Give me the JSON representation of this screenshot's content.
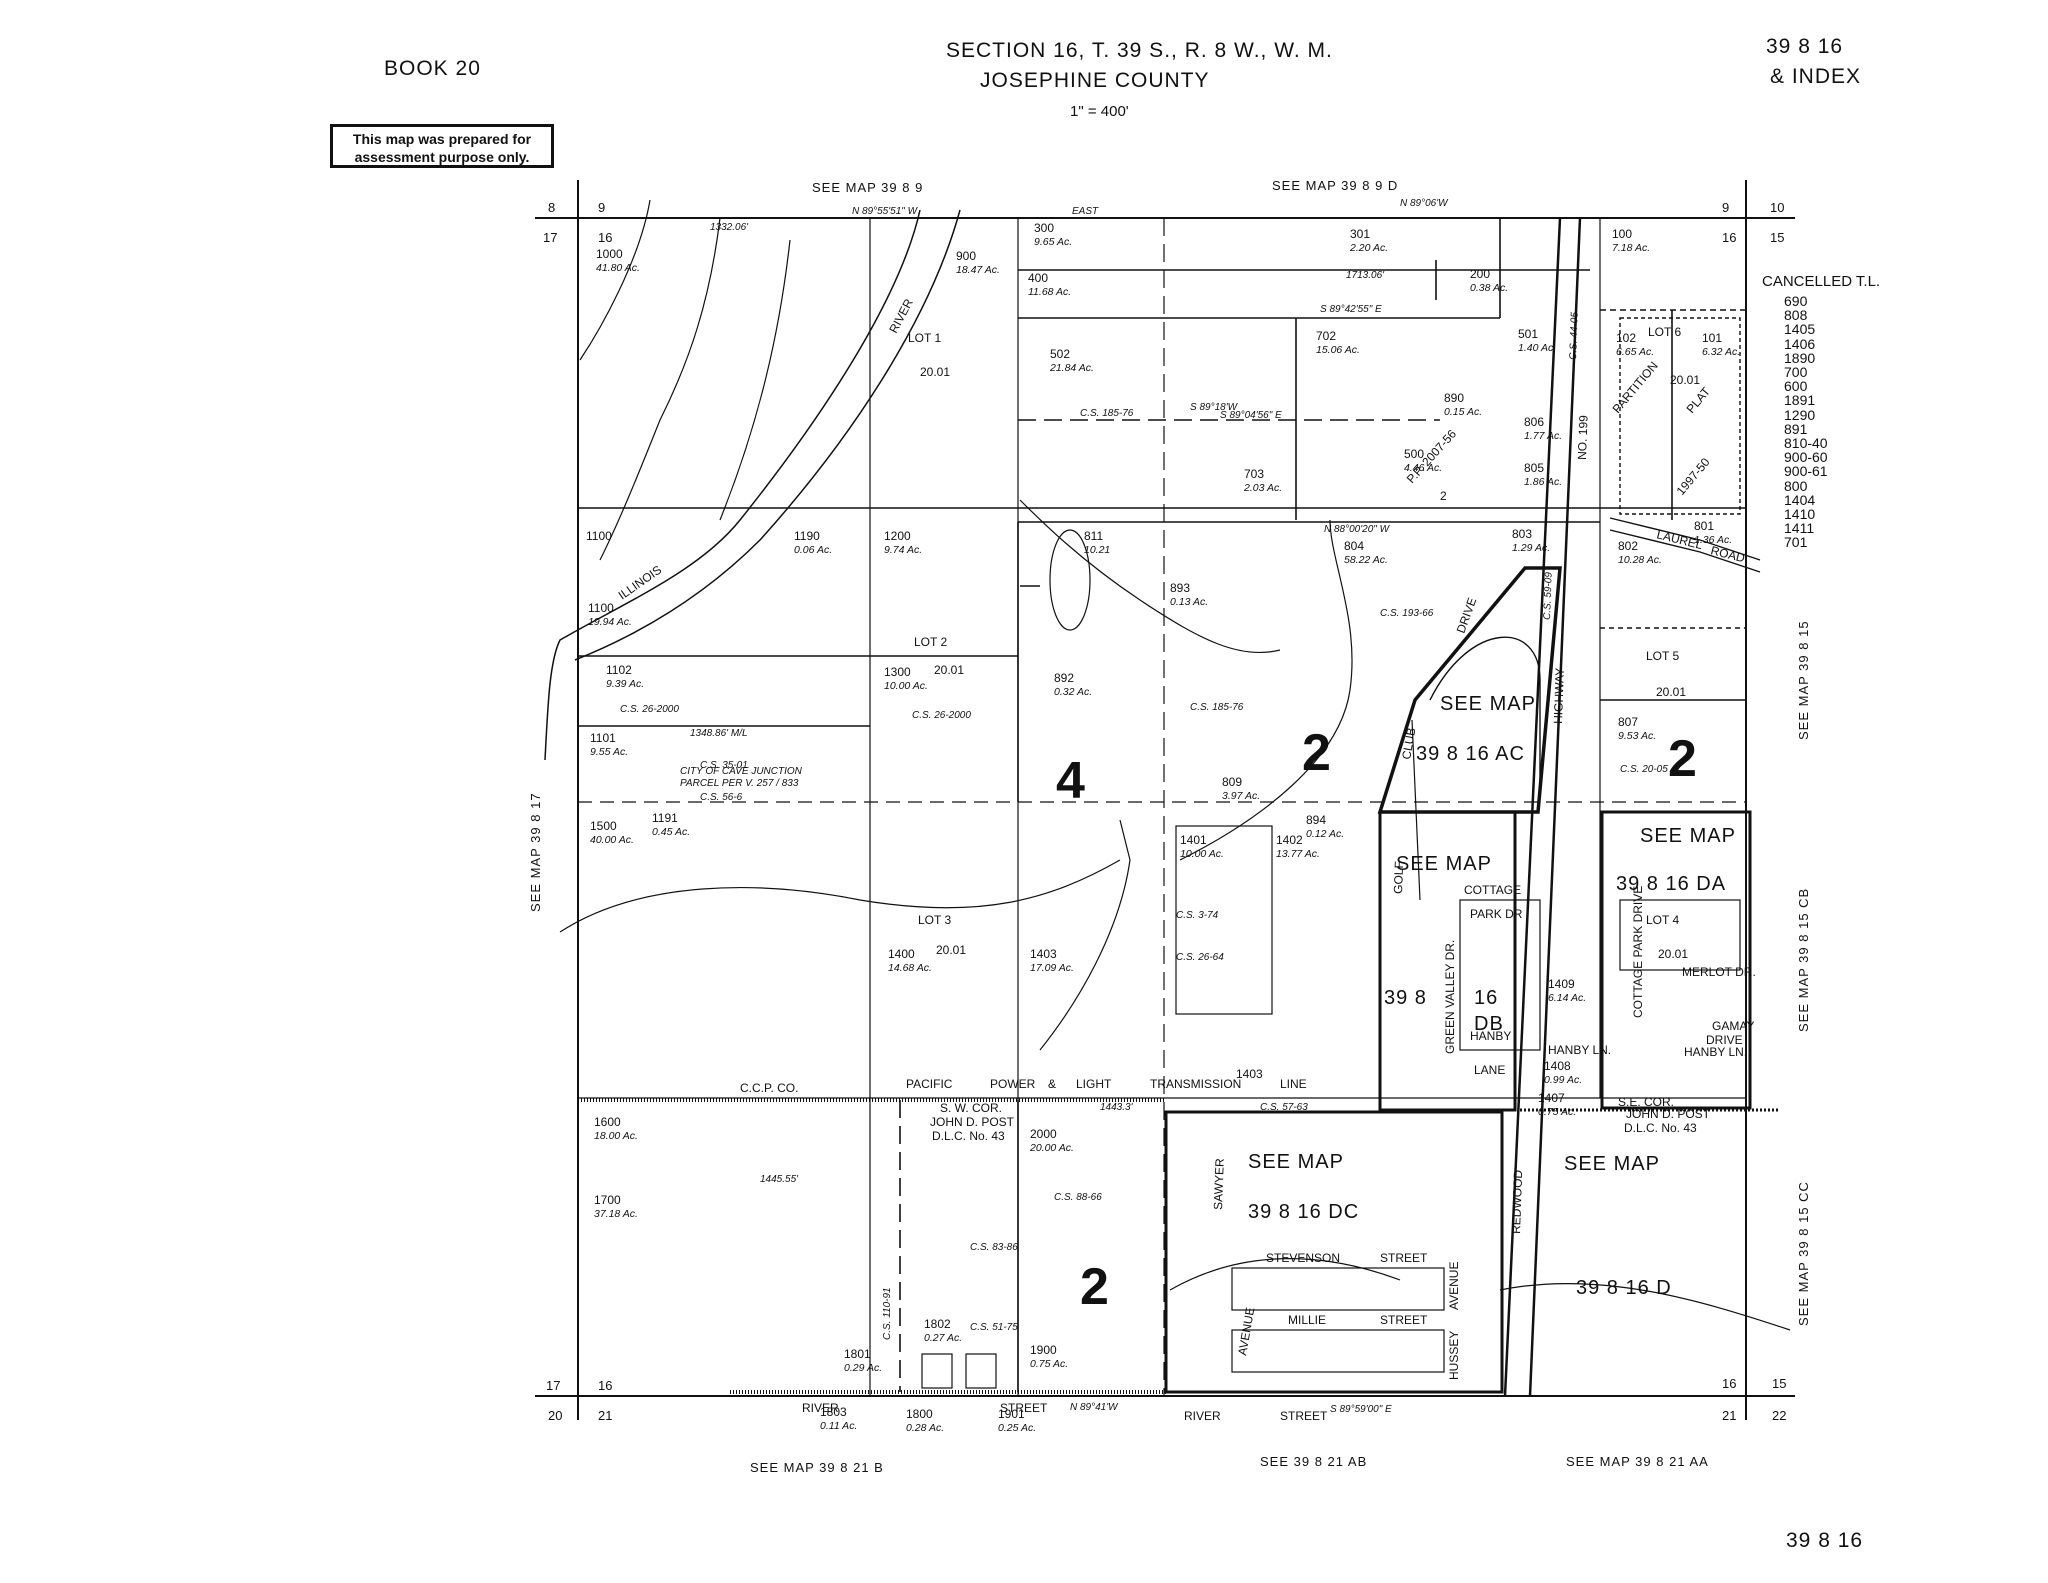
{
  "header": {
    "book": "BOOK 20",
    "section_title": "SECTION 16, T. 39 S., R. 8 W., W. M.",
    "county": "JOSEPHINE COUNTY",
    "scale": "1\" = 400'",
    "map_number": "39 8 16",
    "index_label": "& INDEX",
    "footer_map_number": "39 8 16",
    "stamp_line1": "This map was prepared for",
    "stamp_line2": "assessment purpose only."
  },
  "cancelled": {
    "title": "CANCELLED T.L.",
    "items": [
      "690",
      "808",
      "1405",
      "1406",
      "1890",
      "700",
      "600",
      "1891",
      "1290",
      "891",
      "810-40",
      "900-60",
      "900-61",
      "800",
      "1404",
      "1410",
      "1411",
      "701"
    ]
  },
  "see_maps": {
    "top_left": "SEE MAP 39 8 9",
    "top_right": "SEE MAP 39 8 9 D",
    "left": "SEE MAP 39 8 17",
    "right_1": "SEE MAP 39 8 15",
    "right_2": "SEE MAP 39 8 15 CB",
    "right_3": "SEE MAP 39 8 15 CC",
    "bottom_1": "SEE MAP 39 8 21 B",
    "bottom_2": "SEE 39 8 21 AB",
    "bottom_3": "SEE MAP 39 8 21 AA",
    "ac_see": "SEE MAP",
    "ac_num": "39 8 16 AC",
    "da_see": "SEE MAP",
    "da_num": "39 8 16 DA",
    "db_see": "SEE MAP",
    "db_num1": "39 8",
    "db_num2": "16",
    "db_num3": "DB",
    "dc_see": "SEE MAP",
    "dc_num": "39 8 16 DC",
    "d_see": "SEE MAP",
    "d_num": "39 8 16 D"
  },
  "corners": {
    "c8": "8",
    "c9a": "9",
    "c9b": "9",
    "c10": "10",
    "c17a": "17",
    "c16a": "16",
    "c16b": "16",
    "c15a": "15",
    "c17b": "17",
    "c16c": "16",
    "c16d": "16",
    "c15b": "15",
    "c20": "20",
    "c21a": "21",
    "c21b": "21",
    "c22": "22"
  },
  "big_numbers": {
    "n4": "4",
    "n2a": "2",
    "n2b": "2",
    "n2c": "2"
  },
  "lots": {
    "lot1": "LOT 1",
    "lot1_num": "20.01",
    "lot2": "LOT 2",
    "lot2_num": "20.01",
    "lot3": "LOT 3",
    "lot3_num": "20.01",
    "lot4": "LOT 4",
    "lot4_num": "20.01",
    "lot5": "LOT 5",
    "lot5_num": "20.01",
    "lot6": "LOT 6",
    "lot6_num": "20.01"
  },
  "parcels": [
    {
      "id": "1000",
      "ac": "41.80 Ac."
    },
    {
      "id": "900",
      "ac": "18.47 Ac."
    },
    {
      "id": "300",
      "ac": "9.65 Ac."
    },
    {
      "id": "400",
      "ac": "11.68 Ac."
    },
    {
      "id": "502",
      "ac": "21.84 Ac."
    },
    {
      "id": "301",
      "ac": "2.20 Ac."
    },
    {
      "id": "200",
      "ac": "0.38 Ac."
    },
    {
      "id": "100",
      "ac": "7.18 Ac."
    },
    {
      "id": "702",
      "ac": "15.06 Ac."
    },
    {
      "id": "501",
      "ac": "1.40 Ac."
    },
    {
      "id": "102",
      "ac": "6.65 Ac."
    },
    {
      "id": "101",
      "ac": "6.32 Ac."
    },
    {
      "id": "890",
      "ac": "0.15 Ac."
    },
    {
      "id": "806",
      "ac": "1.77 Ac."
    },
    {
      "id": "500",
      "ac": "4.46 Ac."
    },
    {
      "id": "805",
      "ac": "1.86 Ac."
    },
    {
      "id": "703",
      "ac": "2.03 Ac."
    },
    {
      "id": "811",
      "ac": "10.21"
    },
    {
      "id": "804",
      "ac": "58.22 Ac."
    },
    {
      "id": "803",
      "ac": "1.29 Ac."
    },
    {
      "id": "802",
      "ac": "10.28 Ac."
    },
    {
      "id": "801",
      "ac": "1.36 Ac."
    },
    {
      "id": "1190",
      "ac": "0.06 Ac."
    },
    {
      "id": "1200",
      "ac": "9.74 Ac."
    },
    {
      "id": "893",
      "ac": "0.13 Ac."
    },
    {
      "id": "1100",
      "ac": "19.94 Ac."
    },
    {
      "id": "1102",
      "ac": "9.39 Ac."
    },
    {
      "id": "1300",
      "ac": "10.00 Ac."
    },
    {
      "id": "892",
      "ac": "0.32 Ac."
    },
    {
      "id": "1101",
      "ac": "9.55 Ac."
    },
    {
      "id": "807",
      "ac": "9.53 Ac."
    },
    {
      "id": "809",
      "ac": "3.97 Ac."
    },
    {
      "id": "1191",
      "ac": "0.45 Ac."
    },
    {
      "id": "1500",
      "ac": "40.00 Ac."
    },
    {
      "id": "894",
      "ac": "0.12 Ac."
    },
    {
      "id": "1401",
      "ac": "10.00 Ac."
    },
    {
      "id": "1402",
      "ac": "13.77 Ac."
    },
    {
      "id": "1400",
      "ac": "14.68 Ac."
    },
    {
      "id": "1403",
      "ac": "17.09 Ac."
    },
    {
      "id": "1409",
      "ac": "6.14 Ac."
    },
    {
      "id": "1408",
      "ac": "0.99 Ac."
    },
    {
      "id": "1407",
      "ac": "0.75 Ac."
    },
    {
      "id": "1600",
      "ac": "18.00 Ac."
    },
    {
      "id": "2000",
      "ac": "20.00 Ac."
    },
    {
      "id": "1700",
      "ac": "37.18 Ac."
    },
    {
      "id": "1802",
      "ac": "0.27 Ac."
    },
    {
      "id": "1801",
      "ac": "0.29 Ac."
    },
    {
      "id": "1900",
      "ac": "0.75 Ac."
    },
    {
      "id": "1803",
      "ac": "0.11 Ac."
    },
    {
      "id": "1800",
      "ac": "0.28 Ac."
    },
    {
      "id": "1901",
      "ac": "0.25 Ac."
    }
  ],
  "standalone_labels": {
    "l1100": "1100",
    "l1403": "1403",
    "l2_center": "2"
  },
  "features": {
    "river": "RIVER",
    "illinois": "ILLINOIS",
    "highway": "HIGHWAY",
    "hwy_no": "NO. 199",
    "redwood": "REDWOOD",
    "club": "CLUB",
    "drive": "DRIVE",
    "golf": "GOLF",
    "cottage": "COTTAGE",
    "park_dr": "PARK DR",
    "green_valley": "GREEN VALLEY DR.",
    "hanby": "HANBY",
    "hanby_ln": "HANBY LN.",
    "hanby_ln2": "HANBY LN.",
    "lane": "LANE",
    "merlot": "MERLOT DR.",
    "gamay": "GAMAY",
    "gamay_drive": "DRIVE",
    "cottage_park_drive": "COTTAGE PARK DRIVE",
    "laurel": "LAUREL",
    "road": "ROAD",
    "partition": "PARTITION",
    "plat": "PLAT",
    "plat_year": "1997-50",
    "pp": "P.P. 2007-56",
    "ccpco": "C.C.P. CO.",
    "pacific": "PACIFIC",
    "power": "POWER",
    "amp": "&",
    "light": "LIGHT",
    "transmission": "TRANSMISSION",
    "line": "LINE",
    "sw_cor1": "S. W. COR.",
    "sw_cor2": "JOHN D. POST",
    "sw_cor3": "D.L.C. No. 43",
    "se_cor1": "S.E. COR.",
    "se_cor2": "JOHN D. POST",
    "se_cor3": "D.L.C. No. 43",
    "river_street_1": "RIVER",
    "river_street_2": "STREET",
    "river_street_3": "RIVER",
    "river_street_4": "STREET",
    "stevenson": "STEVENSON",
    "stevenson_st": "STREET",
    "millie": "MILLIE",
    "millie_st": "STREET",
    "sawyer": "SAWYER",
    "avenue": "AVENUE",
    "hussey": "HUSSEY",
    "hussey_ave": "AVENUE",
    "cave_junction_1": "CITY OF CAVE JUNCTION",
    "cave_junction_2": "PARCEL PER V. 257 / 833"
  },
  "bearings": {
    "b1": "N 89°55'51\" W",
    "b2": "N 89°06'W",
    "b3": "S 89°42'55\" E",
    "b4": "S 89°04'56\" E",
    "b5": "N 88°00'20\" W",
    "b6": "EAST",
    "b7": "1332.06'",
    "b8": "1348.86' M/L",
    "b9": "1443.3'",
    "b10": "1445.55'",
    "b11": "N 89°41'W",
    "b12": "S 89°59'00\" E",
    "b13": "C.S. 56-6",
    "b14": "C.S. 35-01",
    "b15": "C.S. 26-2000",
    "b16": "C.S. 185-76",
    "b17": "C.S. 193-66",
    "b18": "C.S. 57-63",
    "b19": "C.S. 59-09",
    "b20": "C.S. 44-05",
    "b21": "C.S. 20-05",
    "b22": "C.S. 3-74",
    "b23": "C.S. 26-64",
    "b24": "C.S. 110-91",
    "b25": "C.S. 83-86",
    "b26": "C.S. 51-75",
    "b27": "C.S. 88-66",
    "b28": "C.S. 185-76",
    "b29": "S 89°18'W",
    "b30": "1713.06'",
    "b31": "C.S. 26-2000"
  }
}
